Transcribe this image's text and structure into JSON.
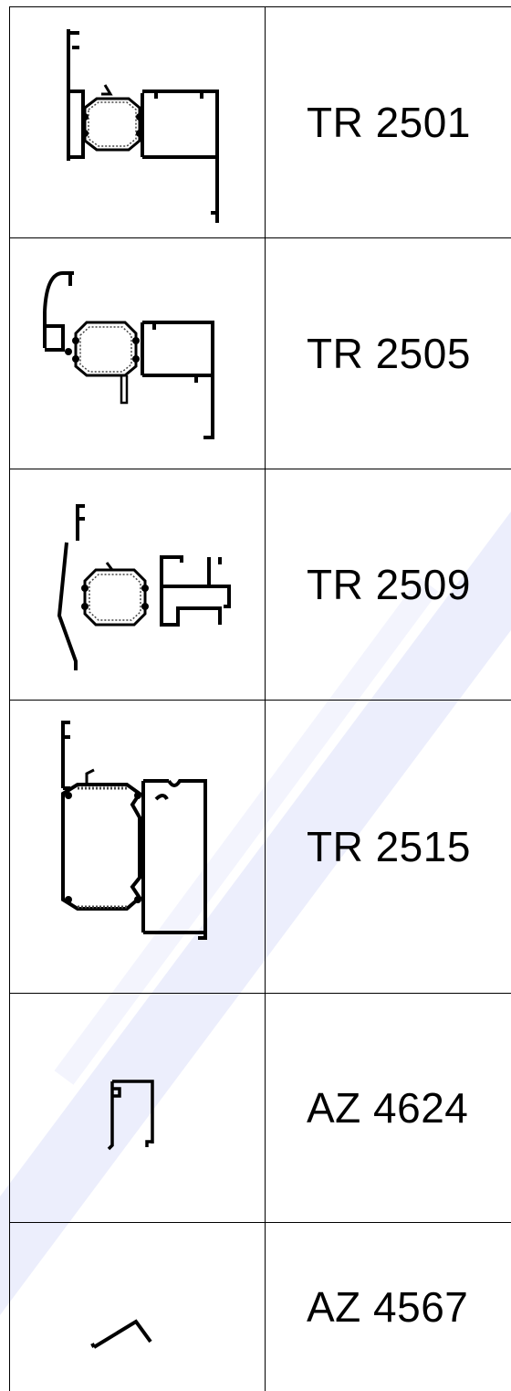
{
  "rows": [
    {
      "profile_code": "TR 2501",
      "drawing_icon": "window-profile-section-icon"
    },
    {
      "profile_code": "TR 2505",
      "drawing_icon": "window-profile-section-icon"
    },
    {
      "profile_code": "TR 2509",
      "drawing_icon": "window-profile-section-icon"
    },
    {
      "profile_code": "TR 2515",
      "drawing_icon": "window-profile-section-icon"
    },
    {
      "profile_code": "AZ 4624",
      "drawing_icon": "channel-profile-section-icon"
    },
    {
      "profile_code": "AZ 4567",
      "drawing_icon": "angle-profile-section-icon"
    }
  ],
  "colors": {
    "line": "#000000",
    "watermark": "#e6e8fb"
  }
}
